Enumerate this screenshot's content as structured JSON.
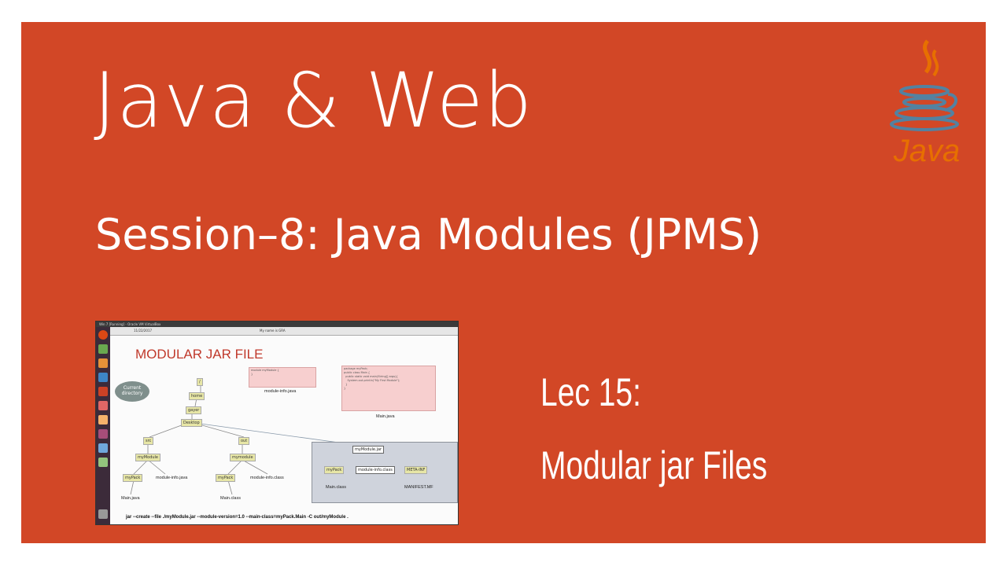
{
  "slide": {
    "title": "Java & Web",
    "subtitle": "Session–8: Java Modules (JPMS)",
    "lecture_number": "Lec 15:",
    "lecture_title": "Modular jar Files",
    "logo_text": "Java",
    "colors": {
      "background": "#d24726",
      "text": "#ffffff",
      "logo_orange": "#e76f00",
      "logo_blue": "#5382a1"
    }
  },
  "screenshot": {
    "window_title": "Win 7 [Running] - Oracle VM VirtualBox",
    "toolbar_date": "11/22/2017",
    "toolbar_center": "My name is GRA",
    "heading": "MODULAR JAR FILE",
    "bubble_text": "Current directory",
    "tree_nodes": [
      "/",
      "home",
      "gayer",
      "Desktop",
      "src",
      "out",
      "myModule",
      "mymodule",
      "myPack",
      "myPack"
    ],
    "file_labels": [
      "module-info.java",
      "module-info.class",
      "Main.java",
      "Main.class"
    ],
    "top_labels": [
      "module-info.java",
      "Main.java"
    ],
    "module_info_code": "module myModule {\n}",
    "main_code": "package myPack;\npublic class Main {\n  public static void main(String[] args){\n    System.out.println(\"My First Module\");\n  }\n}",
    "jar_box": {
      "title": "myModule.jar",
      "items": [
        "myPack",
        "module-info.class",
        "META-INF"
      ],
      "labels": [
        "Main.class",
        "MANIFEST.MF"
      ]
    },
    "command": "jar --create --file ./myModule.jar --module-version=1.0 --main-class=myPack.Main -C out/myModule ."
  }
}
